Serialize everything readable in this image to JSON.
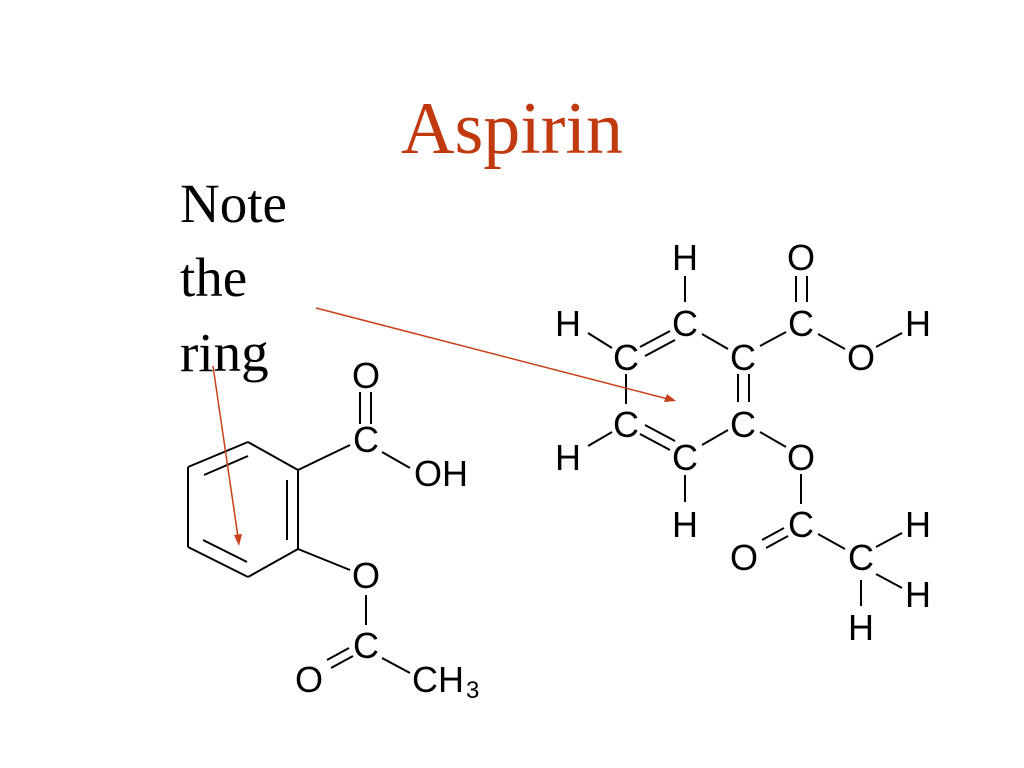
{
  "slide": {
    "title": "Aspirin",
    "title_color": "#c0390f",
    "note_lines": [
      "Note",
      "the",
      "ring"
    ],
    "arrow_color": "#c8401a"
  },
  "skeletal": {
    "carbonyl_oxygen": "O",
    "acid_carbon": "C",
    "hydroxyl": "OH",
    "ester_oxygen": "O",
    "ester_carbon": "C",
    "ester_carbonyl_oxygen": "O",
    "methyl": "CH",
    "methyl_subscript": "3"
  },
  "expanded": {
    "ring_carbon": "C",
    "hydrogen": "H",
    "oxygen": "O"
  }
}
